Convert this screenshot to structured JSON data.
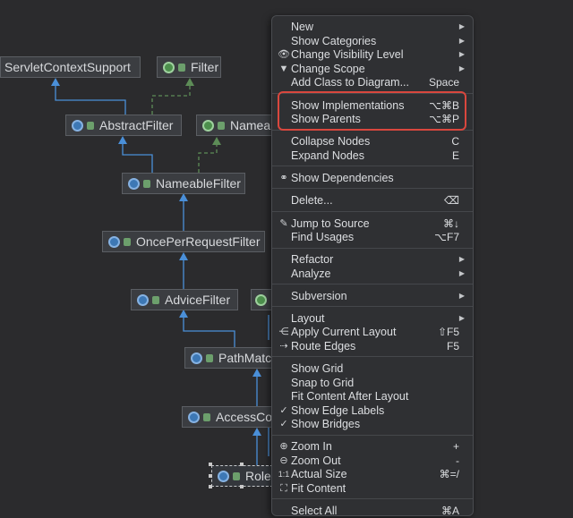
{
  "diagram": {
    "nodes": {
      "servlet_context_support": "ServletContextSupport",
      "filter": "Filter",
      "abstract_filter": "AbstractFilter",
      "nameable": "Nameab",
      "nameable_filter": "NameableFilter",
      "once_per_request_filter": "OncePerRequestFilter",
      "advice_filter": "AdviceFilter",
      "path_matching": "PathMatch",
      "access_control": "AccessCo",
      "role": "RoleF"
    }
  },
  "menu": {
    "items": {
      "new": {
        "label": "New",
        "icon": "",
        "shortcut": ""
      },
      "show_categories": {
        "label": "Show Categories"
      },
      "change_visibility_level": {
        "label": "Change Visibility Level",
        "icon": "eye-icon"
      },
      "change_scope": {
        "label": "Change Scope",
        "icon": "filter-icon"
      },
      "add_class": {
        "label": "Add Class to Diagram...",
        "shortcut": "Space"
      },
      "show_implementations": {
        "label": "Show Implementations",
        "shortcut": "⌥⌘B"
      },
      "show_parents": {
        "label": "Show Parents",
        "shortcut": "⌥⌘P"
      },
      "collapse_nodes": {
        "label": "Collapse Nodes",
        "shortcut": "C"
      },
      "expand_nodes": {
        "label": "Expand Nodes",
        "shortcut": "E"
      },
      "show_dependencies": {
        "label": "Show Dependencies",
        "icon": "link-icon"
      },
      "delete": {
        "label": "Delete...",
        "icon": "backspace-icon"
      },
      "jump_to_source": {
        "label": "Jump to Source",
        "shortcut": "⌘↓",
        "icon": "pencil-icon"
      },
      "find_usages": {
        "label": "Find Usages",
        "shortcut": "⌥F7"
      },
      "refactor": {
        "label": "Refactor"
      },
      "analyze": {
        "label": "Analyze"
      },
      "subversion": {
        "label": "Subversion"
      },
      "layout": {
        "label": "Layout"
      },
      "apply_current_layout": {
        "label": "Apply Current Layout",
        "shortcut": "⇧F5",
        "icon": "layout-icon"
      },
      "route_edges": {
        "label": "Route Edges",
        "shortcut": "F5",
        "icon": "route-icon"
      },
      "show_grid": {
        "label": "Show Grid"
      },
      "snap_to_grid": {
        "label": "Snap to Grid"
      },
      "fit_content_after_layout": {
        "label": "Fit Content After Layout"
      },
      "show_edge_labels": {
        "label": "Show Edge Labels",
        "checked": true
      },
      "show_bridges": {
        "label": "Show Bridges",
        "checked": true
      },
      "zoom_in": {
        "label": "Zoom In",
        "shortcut": "+",
        "icon": "zoom-in-icon"
      },
      "zoom_out": {
        "label": "Zoom Out",
        "shortcut": "-",
        "icon": "zoom-out-icon"
      },
      "actual_size": {
        "label": "Actual Size",
        "shortcut": "⌘=/",
        "icon": "actual-size-icon",
        "icon_text": "1:1"
      },
      "fit_content": {
        "label": "Fit Content",
        "icon": "fit-content-icon"
      },
      "select_all": {
        "label": "Select All",
        "shortcut": "⌘A"
      }
    }
  },
  "colors": {
    "background": "#2b2b2d",
    "menu_background": "#2f3033",
    "highlight_border": "#d9473e",
    "edge_blue": "#4a8fd8",
    "edge_green": "#5d8c57"
  }
}
